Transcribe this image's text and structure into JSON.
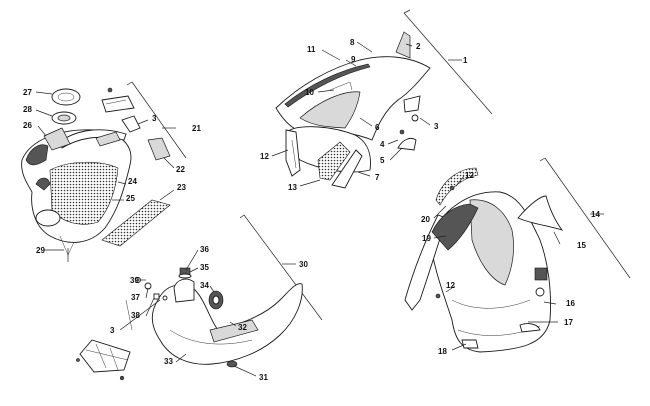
{
  "diagram": {
    "callouts": {
      "c1": "1",
      "c2": "2",
      "c3a": "3",
      "c4": "4",
      "c5": "5",
      "c6": "6",
      "c7": "7",
      "c8": "8",
      "c9": "9",
      "c10": "10",
      "c11": "11",
      "c12a": "12",
      "c13": "13",
      "c14": "14",
      "c15": "15",
      "c16": "16",
      "c17": "17",
      "c18": "18",
      "c19": "19",
      "c20": "20",
      "c12b": "12",
      "c12c": "12",
      "c21": "21",
      "c22": "22",
      "c23": "23",
      "c24": "24",
      "c25": "25",
      "c26": "26",
      "c27": "27",
      "c28": "28",
      "c29": "29",
      "c3b": "3",
      "c30": "30",
      "c31": "31",
      "c32": "32",
      "c33": "33",
      "c34": "34",
      "c35": "35",
      "c36": "36",
      "c37": "37",
      "c38": "38",
      "c39": "39",
      "c3c": "3"
    }
  }
}
